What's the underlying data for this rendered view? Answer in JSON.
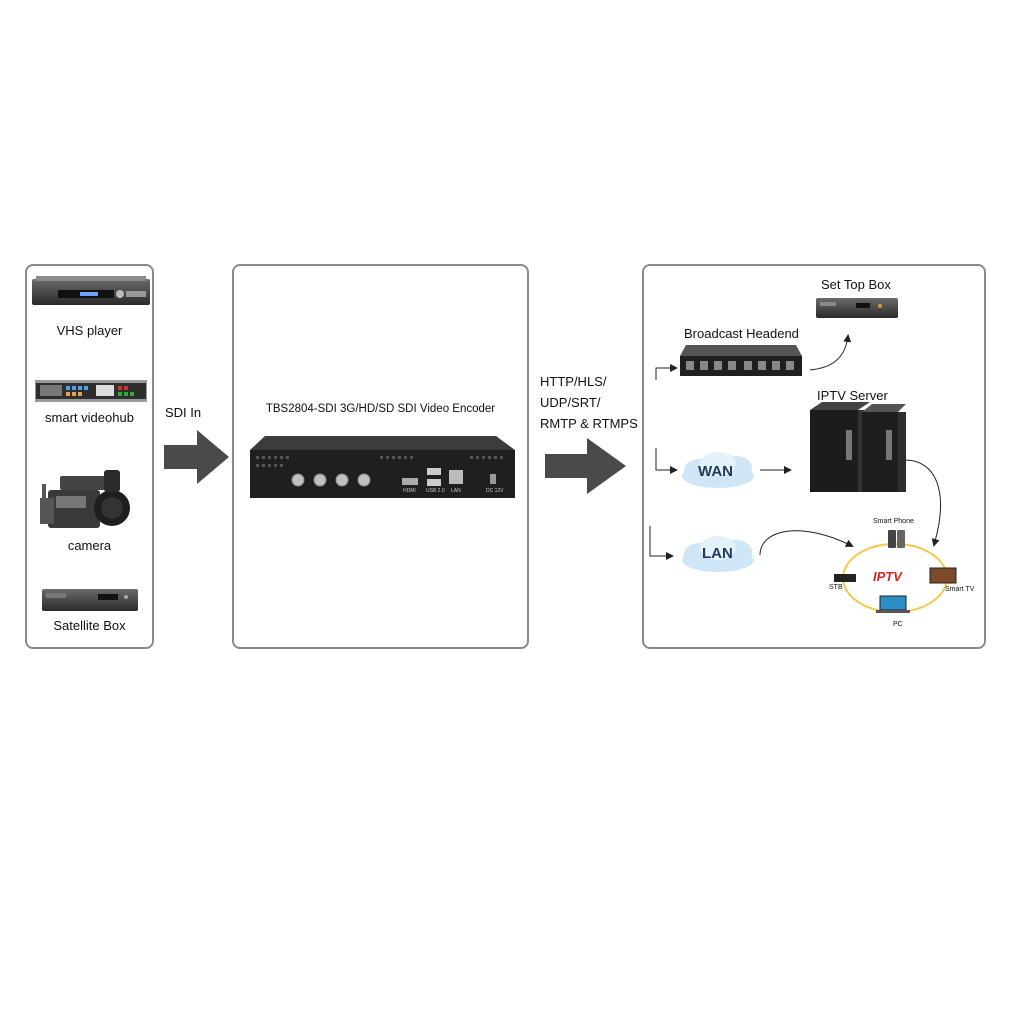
{
  "sources": {
    "vhs_player": "VHS player",
    "smart_videohub": "smart videohub",
    "camera": "camera",
    "satellite_box": "Satellite Box"
  },
  "input_label": "SDI In",
  "encoder": {
    "title": "TBS2804-SDI 3G/HD/SD SDI Video Encoder",
    "ports": {
      "hdmi": "HDMI",
      "usb": "USB 2.0",
      "lan": "LAN",
      "dc": "DC 12V"
    }
  },
  "protocols": [
    "HTTP/HLS/",
    "UDP/SRT/",
    "RMTP & RTMPS"
  ],
  "outputs": {
    "set_top_box": "Set Top Box",
    "broadcast_headend": "Broadcast Headend",
    "iptv_server": "IPTV Server",
    "wan": "WAN",
    "lan": "LAN",
    "iptv_logo": "IPTV",
    "clients": {
      "smart_phone": "Smart Phone",
      "stb": "STB",
      "smart_tv": "Smart TV",
      "pc": "PC"
    }
  },
  "colors": {
    "arrow": "#4a4a4a",
    "panel_border": "#8a8a8a",
    "device": "#2a2a2a",
    "cloud": "#cfe6f7",
    "iptv_red": "#d9261c",
    "ring": "#f2c94c"
  }
}
